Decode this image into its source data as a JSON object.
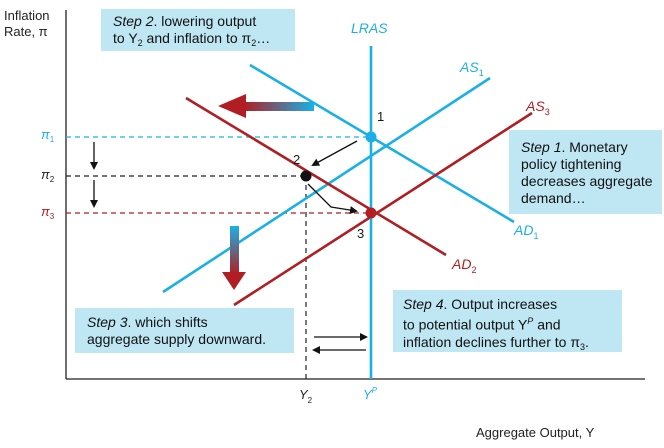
{
  "axes": {
    "y_title_line1": "Inflation",
    "y_title_line2": "Rate, π",
    "x_title": "Aggregate Output, Y"
  },
  "curves": {
    "lras": "LRAS",
    "as1": "AS",
    "as1_sub": "1",
    "as3": "AS",
    "as3_sub": "3",
    "ad1": "AD",
    "ad1_sub": "1",
    "ad2": "AD",
    "ad2_sub": "2"
  },
  "points": {
    "p1": "1",
    "p2": "2",
    "p3": "3"
  },
  "ticks": {
    "pi1": "π",
    "pi1_sub": "1",
    "pi2": "π",
    "pi2_sub": "2",
    "pi3": "π",
    "pi3_sub": "3",
    "y2": "Y",
    "y2_sub": "2",
    "yp": "Y",
    "yp_sup": "P"
  },
  "steps": {
    "step1_em": "Step 1",
    "step1_rest": ". Monetary policy tightening decreases aggregate demand…",
    "step2_em": "Step 2",
    "step2_rest": ". lowering output",
    "step2_line2_a": "to Y",
    "step2_line2_sub1": "2",
    "step2_line2_b": " and inflation to π",
    "step2_line2_sub2": "2",
    "step2_line2_c": "…",
    "step3_em": "Step 3",
    "step3_rest": ". which shifts",
    "step3_line2": "aggregate supply downward.",
    "step4_em": "Step 4",
    "step4_rest": ". Output increases",
    "step4_line2_a": "to potential output Y",
    "step4_line2_sup": "P",
    "step4_line2_b": " and",
    "step4_line3_a": "inflation declines further to π",
    "step4_line3_sub": "3",
    "step4_line3_b": "."
  },
  "colors": {
    "blue": "#1ab0e6",
    "red": "#b01e23",
    "box": "#bfe6f3",
    "axis": "#222222"
  }
}
